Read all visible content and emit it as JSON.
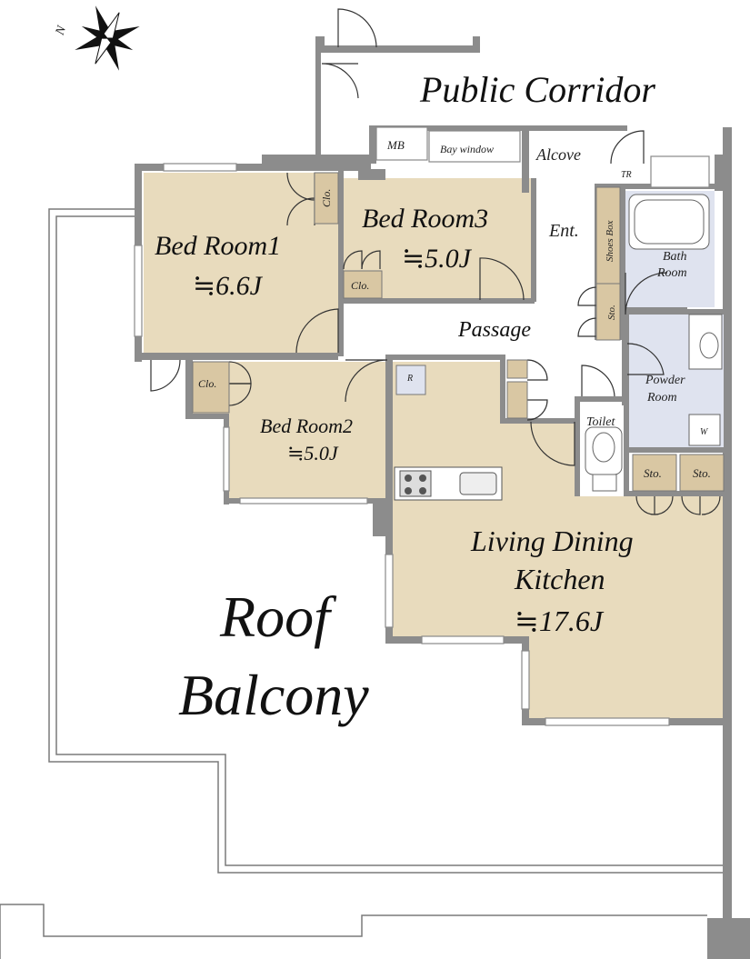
{
  "labels": {
    "public_corridor": "Public Corridor",
    "mb": "MB",
    "bay_window": "Bay window",
    "alcove": "Alcove",
    "tr": "TR",
    "entrance": "Ent.",
    "shoes_box": "Shoes Box",
    "bath_room_1": "Bath",
    "bath_room_2": "Room",
    "sto_entry": "Sto.",
    "powder_room_1": "Powder",
    "powder_room_2": "Room",
    "w": "W",
    "toilet": "Toilet",
    "sto_1": "Sto.",
    "sto_2": "Sto.",
    "passage": "Passage",
    "bedroom1_name": "Bed Room1",
    "bedroom1_size": "≒6.6J",
    "clo_bedroom1": "Clo.",
    "bedroom3_name": "Bed Room3",
    "bedroom3_size": "≒5.0J",
    "clo_bedroom3": "Clo.",
    "bedroom2_name": "Bed Room2",
    "bedroom2_size": "≒5.0J",
    "clo_bedroom2": "Clo.",
    "refrigerator": "R",
    "ldk_line1": "Living Dining",
    "ldk_line2": "Kitchen",
    "ldk_size": "≒17.6J",
    "roof_balcony_line1": "Roof",
    "roof_balcony_line2": "Balcony",
    "compass_n": "N"
  },
  "colors": {
    "room_fill": "#e8dbbd",
    "wet_fill": "#dfe3ef",
    "wall": "#8c8c8c",
    "background": "#ffffff"
  }
}
